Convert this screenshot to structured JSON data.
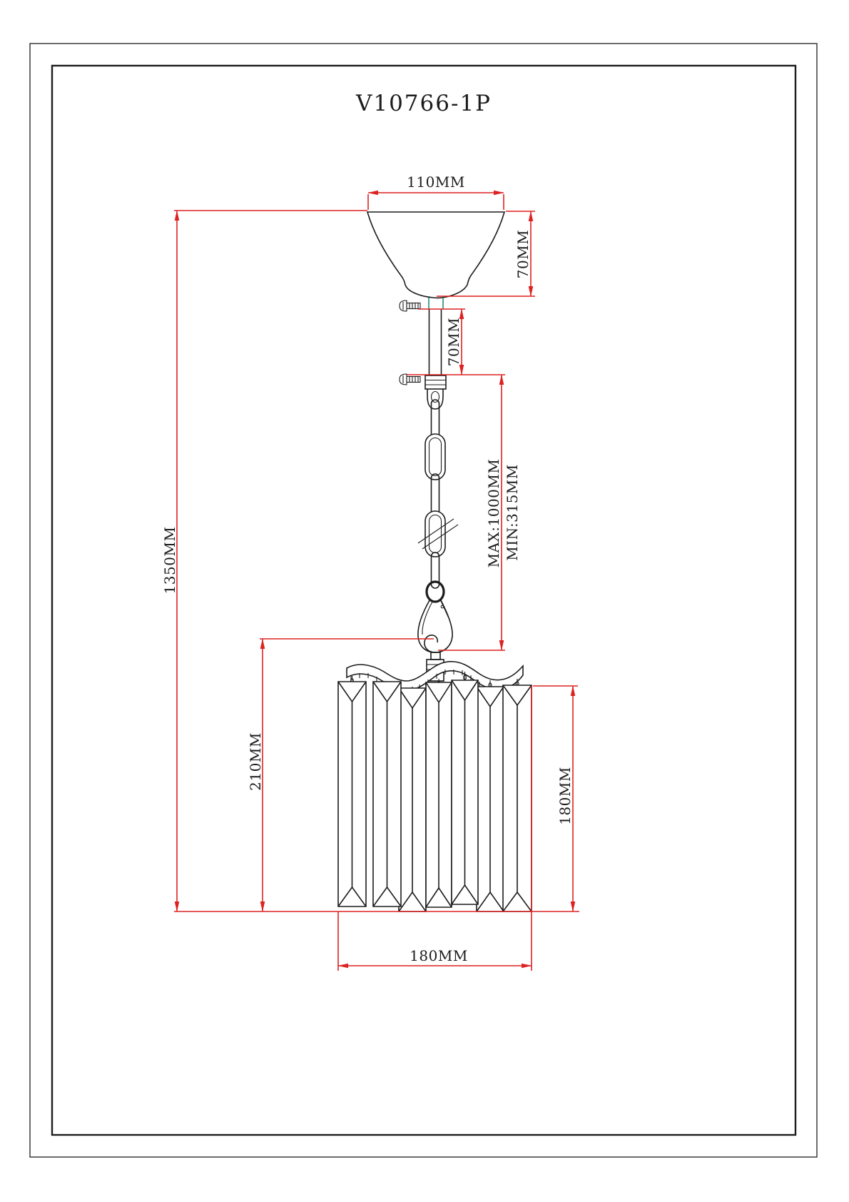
{
  "drawing": {
    "model_number": "V10766-1P",
    "dimensions": {
      "canopy_width": "110MM",
      "canopy_height": "70MM",
      "stem_length": "70MM",
      "chain_max_drop": "MAX:1000MM",
      "chain_min_drop": "MIN:315MM",
      "overall_drop": "1350MM",
      "shade_assembly_height": "210MM",
      "crystal_band_height": "180MM",
      "shade_width": "180MM"
    },
    "colors": {
      "outline": "#1c1c1c",
      "dimension_line": "#dd2222",
      "neck_accent": "#3a9a87"
    }
  }
}
